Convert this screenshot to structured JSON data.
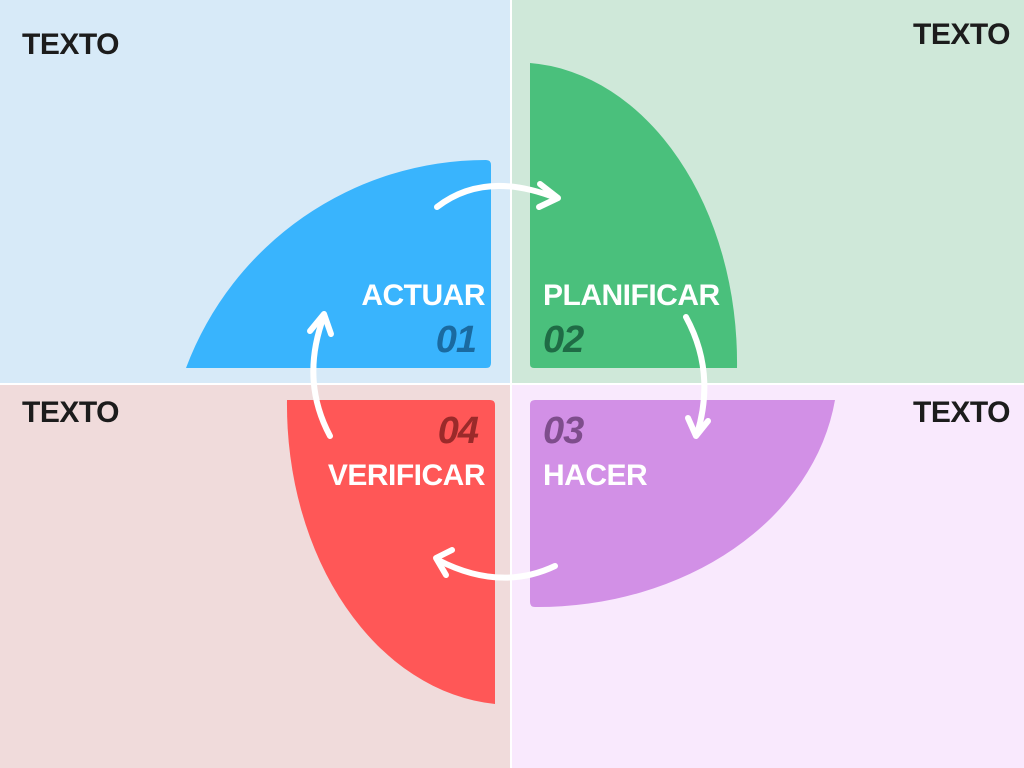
{
  "quadrants": {
    "top_left": {
      "text": "TEXTO",
      "bg": "#d7eaf8"
    },
    "top_right": {
      "text": "TEXTO",
      "bg": "#cfe8d9"
    },
    "bottom_left": {
      "text": "TEXTO",
      "bg": "#f0dbdb"
    },
    "bottom_right": {
      "text": "TEXTO",
      "bg": "#f9e9fd"
    }
  },
  "steps": {
    "actuar": {
      "label": "ACTUAR",
      "number": "01",
      "color": "#39b4fd",
      "number_color": "#1a6aa0"
    },
    "planificar": {
      "label": "PLANIFICAR",
      "number": "02",
      "color": "#4ac07c",
      "number_color": "#1f6b45"
    },
    "hacer": {
      "label": "HACER",
      "number": "03",
      "color": "#d290e6",
      "number_color": "#7e4d8c"
    },
    "verificar": {
      "label": "VERIFICAR",
      "number": "04",
      "color": "#ff5757",
      "number_color": "#9a2a2a"
    }
  },
  "arrow_color": "#ffffff"
}
